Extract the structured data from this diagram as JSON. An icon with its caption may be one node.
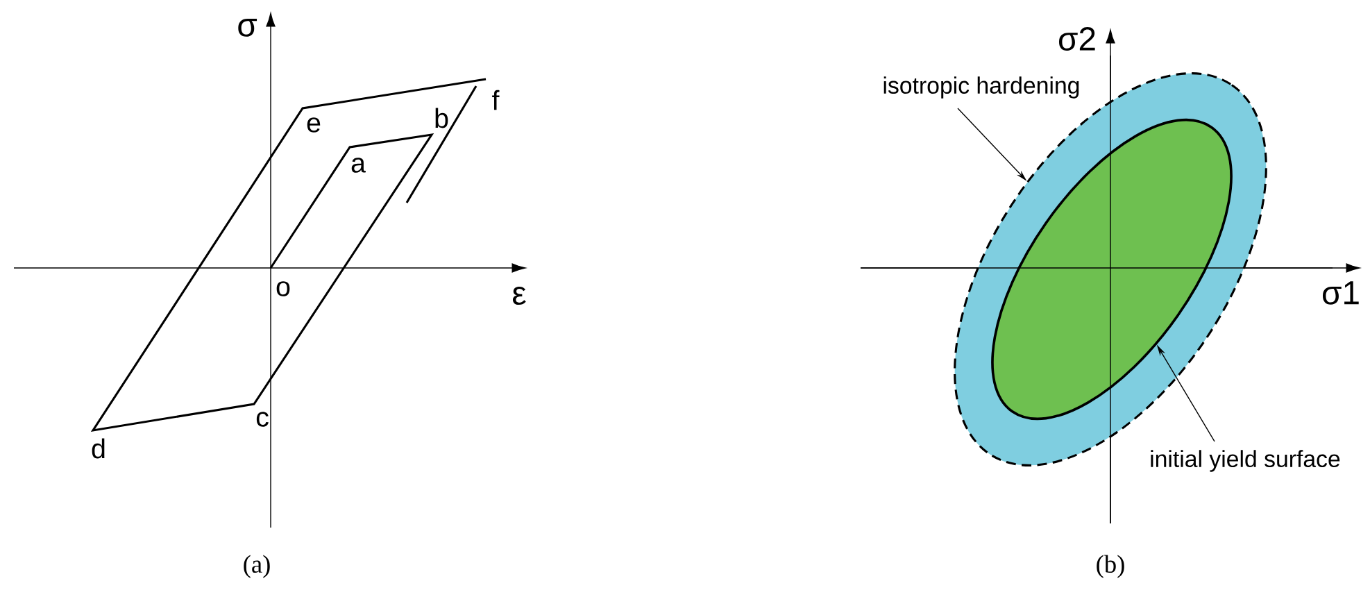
{
  "diagram": {
    "nodes": [
      {
        "text": [
          "isotropic hardening"
        ]
      },
      {
        "text": [],
        "shape": "ellipse"
      },
      {
        "text": [
          "initial yield surface"
        ]
      },
      {
        "text": [],
        "shape": "ellipse",
        "in": 1
      }
    ],
    "edges": [
      {
        "from": 0,
        "to": 1,
        "arrow": "to"
      },
      {
        "from": 2,
        "to": 3,
        "arrow": "to"
      }
    ],
    "labels": [
      "σ",
      "f",
      "e",
      "b",
      "a",
      "o",
      "ε",
      "c",
      "d",
      "σ2",
      "σ1",
      "(a)",
      "(b)"
    ]
  }
}
